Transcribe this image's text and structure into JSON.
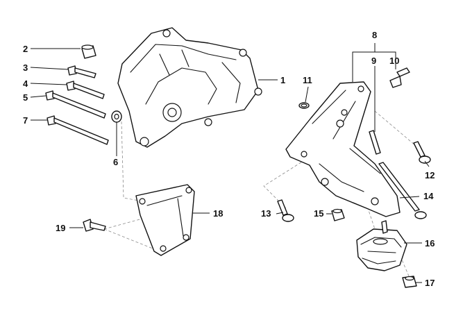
{
  "callouts": [
    {
      "id": "1",
      "label": "1"
    },
    {
      "id": "2",
      "label": "2"
    },
    {
      "id": "3",
      "label": "3"
    },
    {
      "id": "4",
      "label": "4"
    },
    {
      "id": "5",
      "label": "5"
    },
    {
      "id": "6",
      "label": "6"
    },
    {
      "id": "7",
      "label": "7"
    },
    {
      "id": "8",
      "label": "8"
    },
    {
      "id": "9",
      "label": "9"
    },
    {
      "id": "10",
      "label": "10"
    },
    {
      "id": "11",
      "label": "11"
    },
    {
      "id": "12",
      "label": "12"
    },
    {
      "id": "13",
      "label": "13"
    },
    {
      "id": "14",
      "label": "14"
    },
    {
      "id": "15",
      "label": "15"
    },
    {
      "id": "16",
      "label": "16"
    },
    {
      "id": "17",
      "label": "17"
    },
    {
      "id": "18",
      "label": "18"
    },
    {
      "id": "19",
      "label": "19"
    }
  ],
  "colors": {
    "line": "#111111",
    "dash": "#8a8a8a",
    "background": "#ffffff"
  }
}
